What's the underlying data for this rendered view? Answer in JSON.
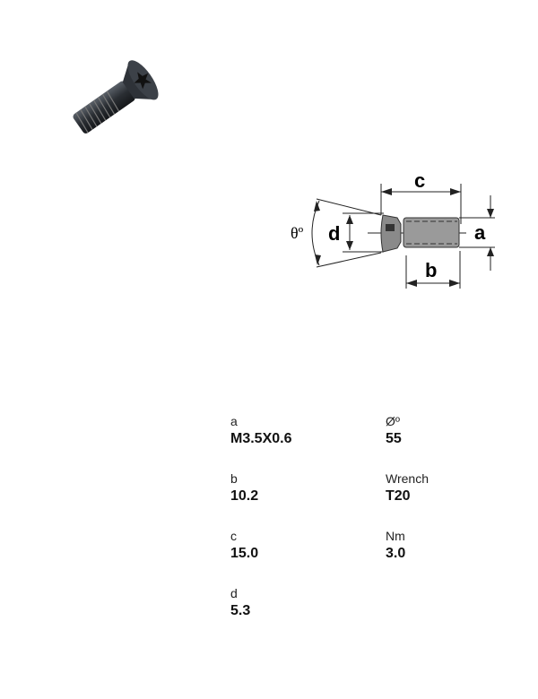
{
  "diagram": {
    "labels": {
      "a": "a",
      "b": "b",
      "c": "c",
      "d": "d",
      "theta": "θº"
    }
  },
  "specs": [
    {
      "label": "a",
      "value": "M3.5X0.6"
    },
    {
      "label": "b",
      "value": "10.2"
    },
    {
      "label": "c",
      "value": "15.0"
    },
    {
      "label": "d",
      "value": "5.3"
    },
    {
      "label": "Øº",
      "value": "55"
    },
    {
      "label": "Wrench",
      "value": "T20"
    },
    {
      "label": "Nm",
      "value": "3.0"
    }
  ]
}
